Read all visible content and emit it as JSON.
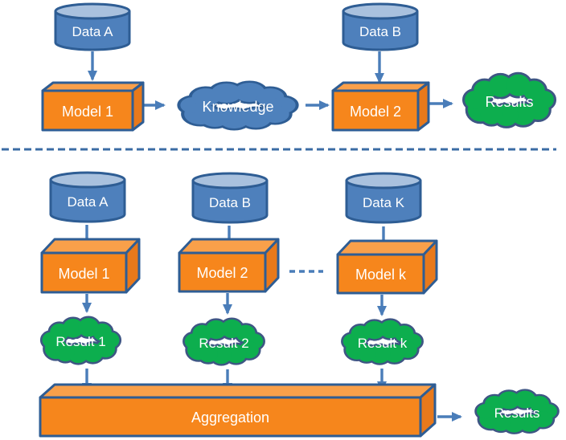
{
  "top_flow": {
    "data_a": "Data A",
    "model_1": "Model 1",
    "knowledge": "Knowledge",
    "data_b": "Data B",
    "model_2": "Model 2",
    "results": "Results"
  },
  "bottom_flow": {
    "data_a": "Data A",
    "model_1": "Model 1",
    "result_1": "Result 1",
    "data_b": "Data B",
    "model_2": "Model 2",
    "result_2": "Result 2",
    "data_k": "Data K",
    "model_k": "Model k",
    "result_k": "Result k",
    "aggregation": "Aggregation",
    "results": "Results"
  },
  "colors": {
    "cylinder_fill": "#4E80BC",
    "cylinder_top_fill": "#A9C1DE",
    "shape_border_blue": "#2E5D94",
    "box_front_fill": "#F6861C",
    "box_top_fill": "#F9A04A",
    "box_side_fill": "#E8791B",
    "cloud_blue_fill": "#4E81BC",
    "cloud_green_fill": "#0DAE4E",
    "cloud_border": "#3E5684",
    "arrow_color": "#4A7DB9",
    "divider_color": "#3B6CA4",
    "background": "#FFFFFF"
  }
}
